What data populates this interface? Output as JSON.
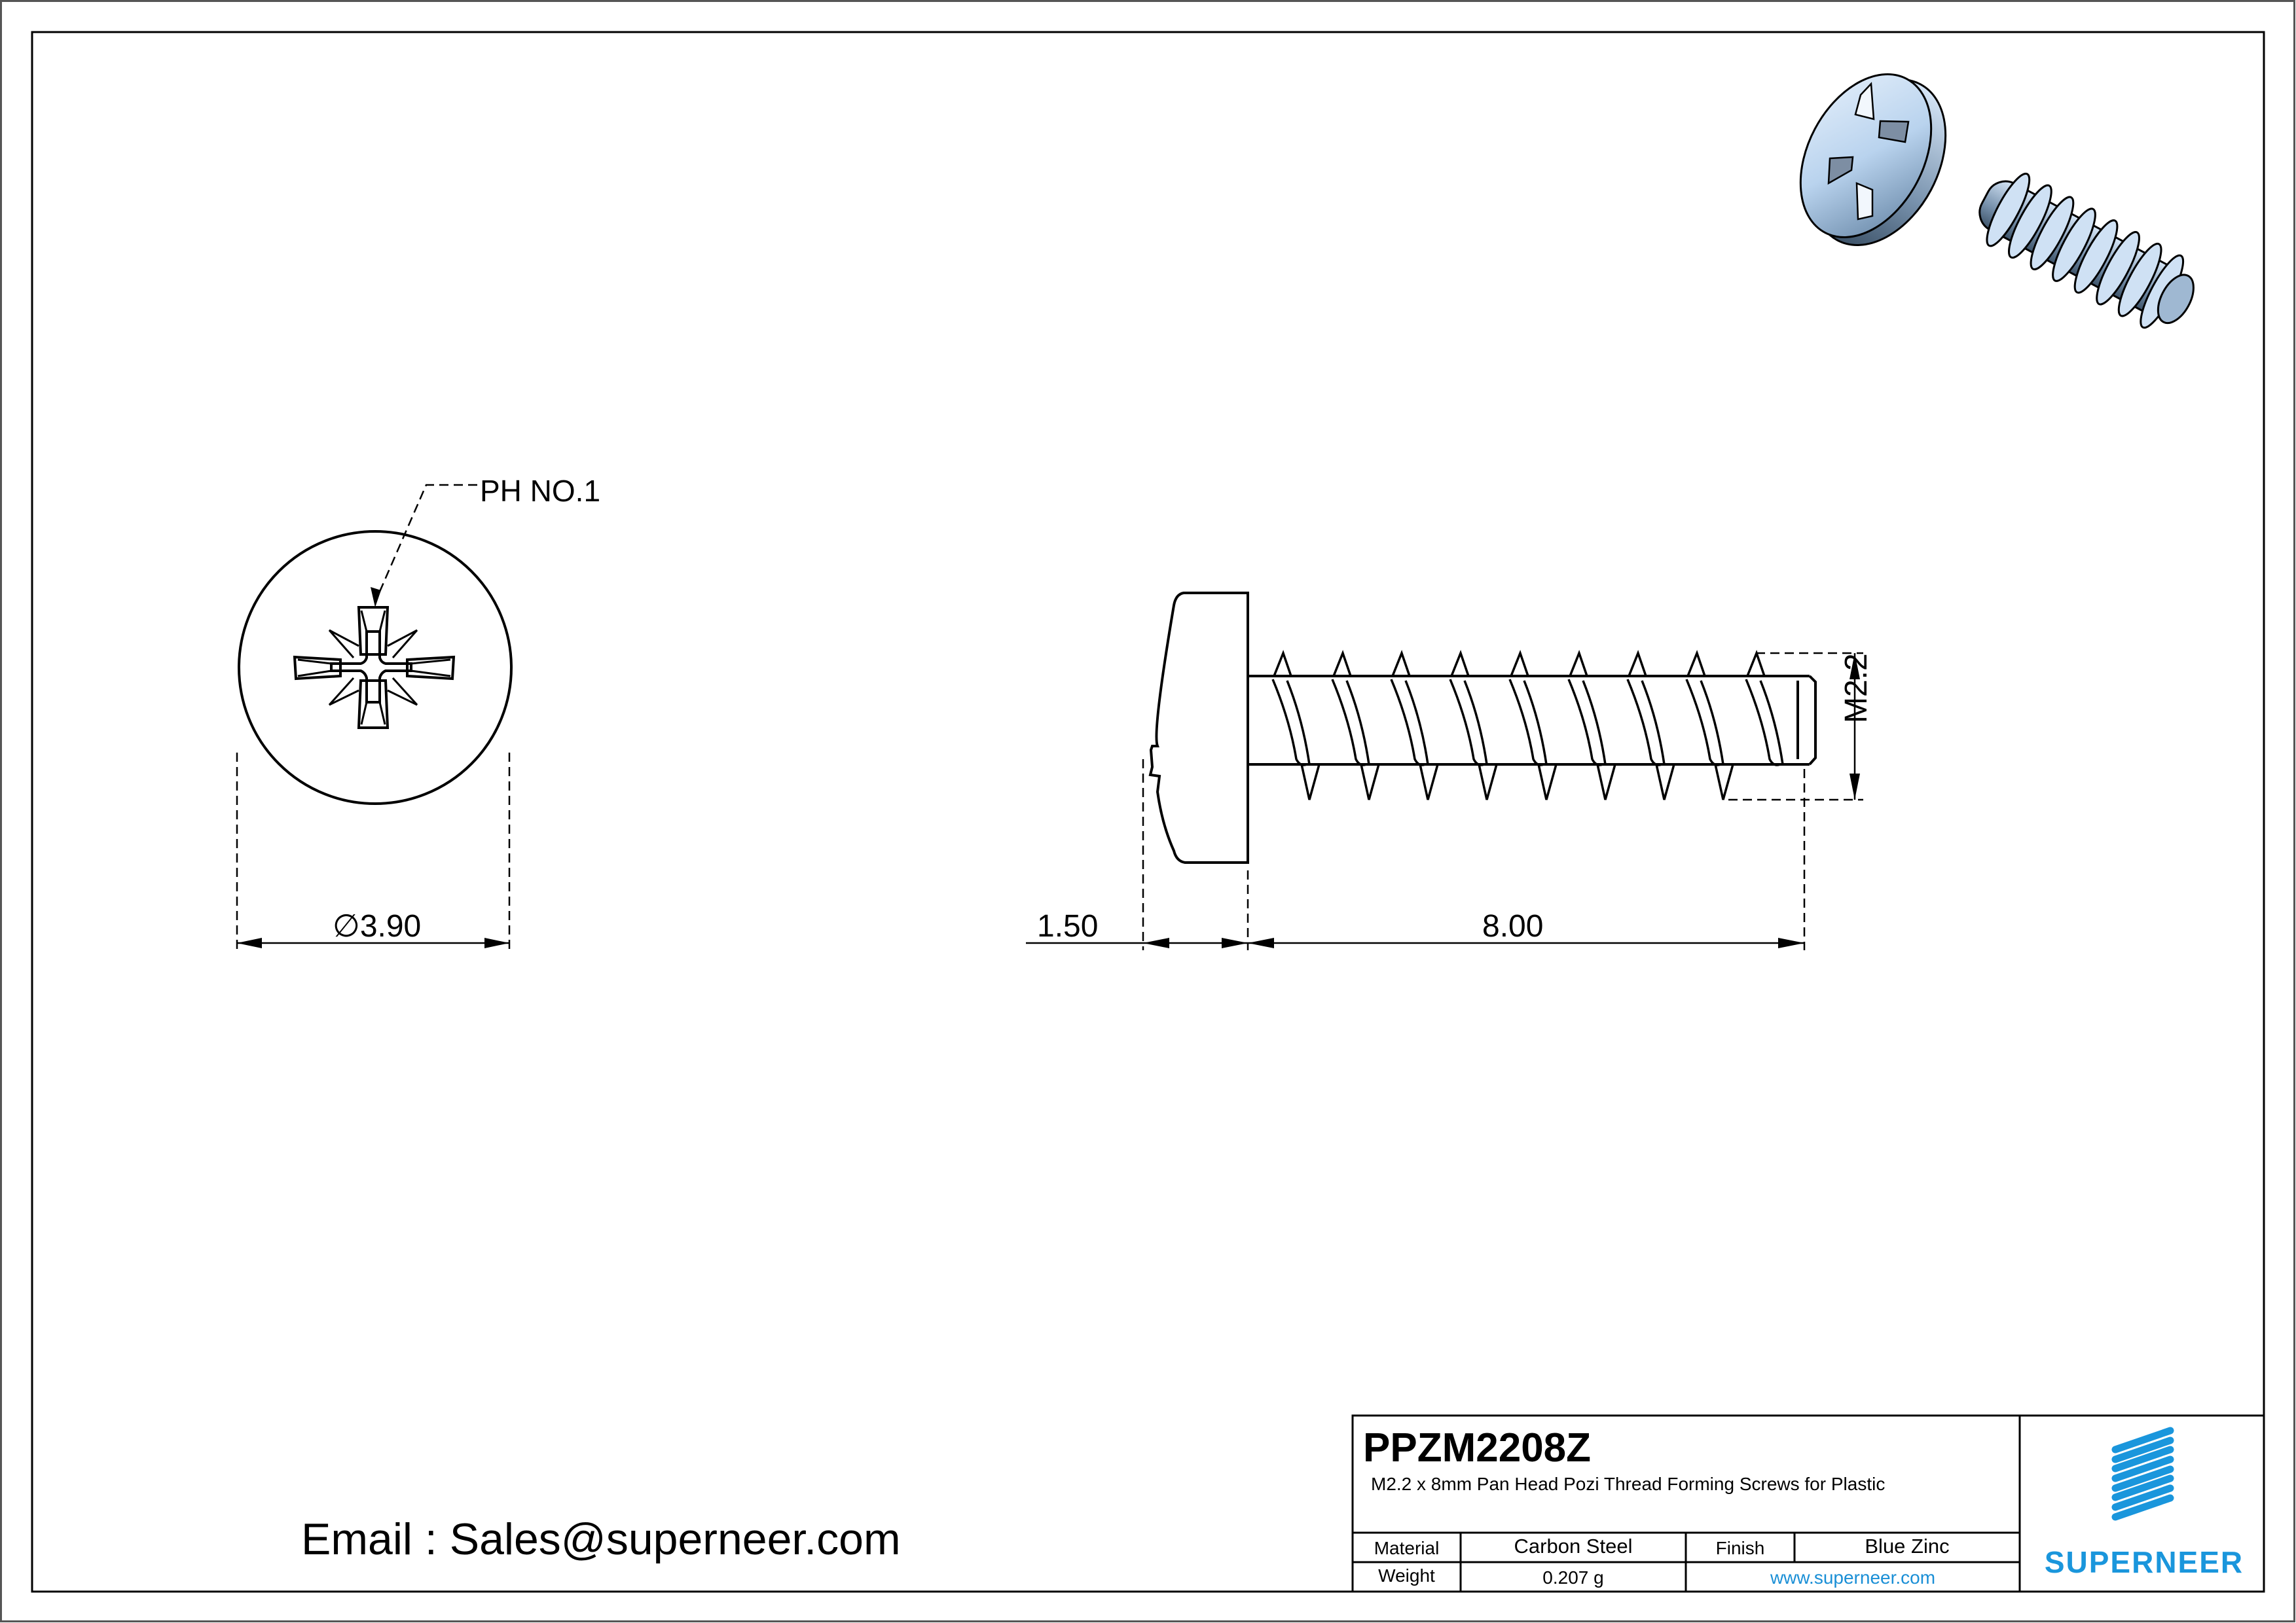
{
  "drawing": {
    "callout": {
      "label": "PH NO.1"
    },
    "dimensions": {
      "head_diameter": {
        "symbol": "∅",
        "value": "3.90"
      },
      "head_height": "1.50",
      "length": "8.00",
      "thread": "M2.2"
    }
  },
  "title_block": {
    "part_number": "PPZM2208Z",
    "description": "M2.2 x 8mm Pan Head Pozi Thread Forming Screws for Plastic",
    "rows": {
      "material_label": "Material",
      "material_value": "Carbon Steel",
      "finish_label": "Finish",
      "finish_value": "Blue Zinc",
      "weight_label": "Weight",
      "weight_value": "0.207 g",
      "website": "www.superneer.com"
    },
    "logo": {
      "name": "SUPERNEER",
      "icon": "striped-logo-icon",
      "color": "#1a96dc"
    }
  },
  "footer": {
    "email": "Email : Sales@superneer.com"
  },
  "colors": {
    "line": "#000000",
    "brand": "#1a96dc",
    "screw_3d": "#bcd6ef"
  }
}
